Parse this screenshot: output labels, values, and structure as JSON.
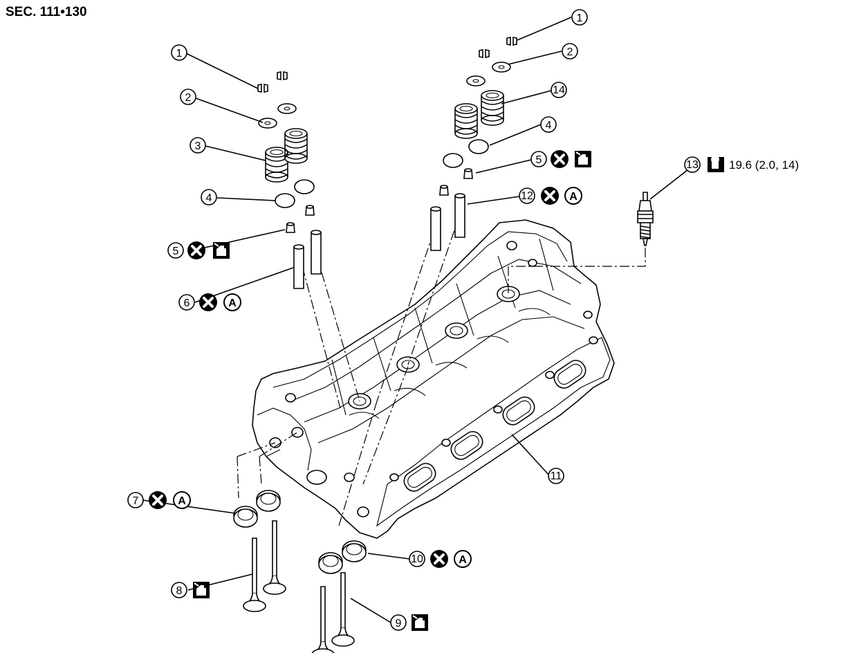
{
  "section": "SEC. 111•130",
  "callouts": [
    {
      "id": "c1-left",
      "num": "1"
    },
    {
      "id": "c2-left",
      "num": "2"
    },
    {
      "id": "c3",
      "num": "3"
    },
    {
      "id": "c4-left",
      "num": "4"
    },
    {
      "id": "c5-left",
      "num": "5"
    },
    {
      "id": "c6",
      "num": "6"
    },
    {
      "id": "c7",
      "num": "7"
    },
    {
      "id": "c8",
      "num": "8"
    },
    {
      "id": "c9",
      "num": "9"
    },
    {
      "id": "c10",
      "num": "10"
    },
    {
      "id": "c11",
      "num": "11"
    },
    {
      "id": "c12",
      "num": "12"
    },
    {
      "id": "c13",
      "num": "13"
    },
    {
      "id": "c1-right",
      "num": "1"
    },
    {
      "id": "c2-right",
      "num": "2"
    },
    {
      "id": "c14",
      "num": "14"
    },
    {
      "id": "c4-right",
      "num": "4"
    },
    {
      "id": "c5-right",
      "num": "5"
    }
  ],
  "torque_spec": "19.6 (2.0, 14)",
  "symbol_letter": "A",
  "icons": {
    "replace": "do-not-reuse-x-icon",
    "oil": "apply-oil-icon",
    "torque": "torque-wrench-icon"
  }
}
